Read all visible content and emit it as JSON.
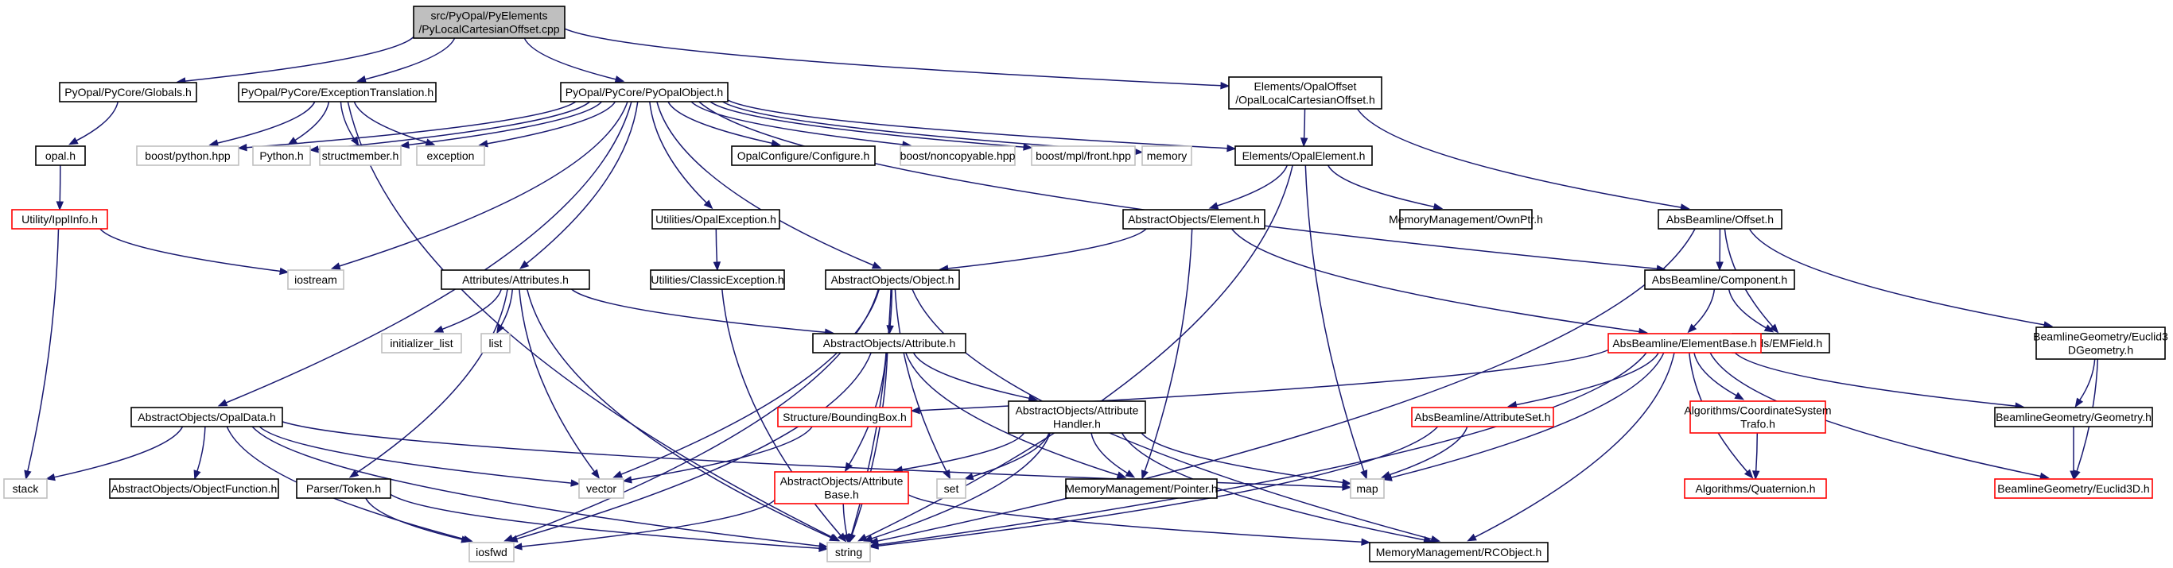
{
  "nodes": [
    {
      "id": "root",
      "kind": "root",
      "lines": [
        "src/PyOpal/PyElements",
        "/PyLocalCartesianOffset.cpp"
      ]
    },
    {
      "id": "globals",
      "kind": "normal",
      "lines": [
        "PyOpal/PyCore/Globals.h"
      ]
    },
    {
      "id": "exctrans",
      "kind": "normal",
      "lines": [
        "PyOpal/PyCore/ExceptionTranslation.h"
      ]
    },
    {
      "id": "pyopalobj",
      "kind": "normal",
      "lines": [
        "PyOpal/PyCore/PyOpalObject.h"
      ]
    },
    {
      "id": "opallocal",
      "kind": "normal",
      "lines": [
        "Elements/OpalOffset",
        "/OpalLocalCartesianOffset.h"
      ]
    },
    {
      "id": "opalh",
      "kind": "normal",
      "lines": [
        "opal.h"
      ]
    },
    {
      "id": "ipplinfo",
      "kind": "trunc",
      "lines": [
        "Utility/IpplInfo.h"
      ]
    },
    {
      "id": "boostpy",
      "kind": "sys",
      "lines": [
        "boost/python.hpp"
      ]
    },
    {
      "id": "pythonh",
      "kind": "sys",
      "lines": [
        "Python.h"
      ]
    },
    {
      "id": "structmember",
      "kind": "sys",
      "lines": [
        "structmember.h"
      ]
    },
    {
      "id": "exception",
      "kind": "sys",
      "lines": [
        "exception"
      ]
    },
    {
      "id": "configure",
      "kind": "normal",
      "lines": [
        "OpalConfigure/Configure.h"
      ]
    },
    {
      "id": "noncopyable",
      "kind": "sys",
      "lines": [
        "boost/noncopyable.hpp"
      ]
    },
    {
      "id": "mplfront",
      "kind": "sys",
      "lines": [
        "boost/mpl/front.hpp"
      ]
    },
    {
      "id": "memory",
      "kind": "sys",
      "lines": [
        "memory"
      ]
    },
    {
      "id": "opalelement",
      "kind": "normal",
      "lines": [
        "Elements/OpalElement.h"
      ]
    },
    {
      "id": "absoffset",
      "kind": "normal",
      "lines": [
        "AbsBeamline/Offset.h"
      ]
    },
    {
      "id": "opalexception",
      "kind": "normal",
      "lines": [
        "Utilities/OpalException.h"
      ]
    },
    {
      "id": "aoelement",
      "kind": "normal",
      "lines": [
        "AbstractObjects/Element.h"
      ]
    },
    {
      "id": "ownptr",
      "kind": "normal",
      "lines": [
        "MemoryManagement/OwnPtr.h"
      ]
    },
    {
      "id": "iostream",
      "kind": "sys",
      "lines": [
        "iostream"
      ]
    },
    {
      "id": "classicexc",
      "kind": "normal",
      "lines": [
        "Utilities/ClassicException.h"
      ]
    },
    {
      "id": "attributesh",
      "kind": "normal",
      "lines": [
        "Attributes/Attributes.h"
      ]
    },
    {
      "id": "aoobject",
      "kind": "normal",
      "lines": [
        "AbstractObjects/Object.h"
      ]
    },
    {
      "id": "component",
      "kind": "normal",
      "lines": [
        "AbsBeamline/Component.h"
      ]
    },
    {
      "id": "initlist",
      "kind": "sys",
      "lines": [
        "initializer_list"
      ]
    },
    {
      "id": "list",
      "kind": "sys",
      "lines": [
        "list"
      ]
    },
    {
      "id": "emfield",
      "kind": "normal",
      "lines": [
        "Fields/EMField.h"
      ]
    },
    {
      "id": "euclid3dgeom",
      "kind": "normal",
      "lines": [
        "BeamlineGeometry/Euclid3",
        "DGeometry.h"
      ]
    },
    {
      "id": "aoattribute",
      "kind": "normal",
      "lines": [
        "AbstractObjects/Attribute.h"
      ]
    },
    {
      "id": "elementbase",
      "kind": "trunc",
      "lines": [
        "AbsBeamline/ElementBase.h"
      ]
    },
    {
      "id": "opaldata",
      "kind": "normal",
      "lines": [
        "AbstractObjects/OpalData.h"
      ]
    },
    {
      "id": "boundingbox",
      "kind": "trunc",
      "lines": [
        "Structure/BoundingBox.h"
      ]
    },
    {
      "id": "attrhandler",
      "kind": "normal",
      "lines": [
        "AbstractObjects/Attribute",
        "Handler.h"
      ]
    },
    {
      "id": "attributeset",
      "kind": "trunc",
      "lines": [
        "AbsBeamline/AttributeSet.h"
      ]
    },
    {
      "id": "coordtrafo",
      "kind": "trunc",
      "lines": [
        "Algorithms/CoordinateSystem",
        "Trafo.h"
      ]
    },
    {
      "id": "geometry",
      "kind": "normal",
      "lines": [
        "BeamlineGeometry/Geometry.h"
      ]
    },
    {
      "id": "stack",
      "kind": "sys",
      "lines": [
        "stack"
      ]
    },
    {
      "id": "objfunction",
      "kind": "normal",
      "lines": [
        "AbstractObjects/ObjectFunction.h"
      ]
    },
    {
      "id": "token",
      "kind": "normal",
      "lines": [
        "Parser/Token.h"
      ]
    },
    {
      "id": "vector",
      "kind": "sys",
      "lines": [
        "vector"
      ]
    },
    {
      "id": "attrbase",
      "kind": "trunc",
      "lines": [
        "AbstractObjects/Attribute",
        "Base.h"
      ]
    },
    {
      "id": "set",
      "kind": "sys",
      "lines": [
        "set"
      ]
    },
    {
      "id": "pointer",
      "kind": "normal",
      "lines": [
        "MemoryManagement/Pointer.h"
      ]
    },
    {
      "id": "map",
      "kind": "sys",
      "lines": [
        "map"
      ]
    },
    {
      "id": "quaternion",
      "kind": "trunc",
      "lines": [
        "Algorithms/Quaternion.h"
      ]
    },
    {
      "id": "euclid3d",
      "kind": "trunc",
      "lines": [
        "BeamlineGeometry/Euclid3D.h"
      ]
    },
    {
      "id": "iosfwd",
      "kind": "sys",
      "lines": [
        "iosfwd"
      ]
    },
    {
      "id": "string",
      "kind": "sys",
      "lines": [
        "string"
      ]
    },
    {
      "id": "rcobject",
      "kind": "normal",
      "lines": [
        "MemoryManagement/RCObject.h"
      ]
    }
  ],
  "edges": [
    [
      "root",
      "globals"
    ],
    [
      "root",
      "exctrans"
    ],
    [
      "root",
      "pyopalobj"
    ],
    [
      "root",
      "opallocal"
    ],
    [
      "globals",
      "opalh"
    ],
    [
      "opalh",
      "ipplinfo"
    ],
    [
      "ipplinfo",
      "iostream"
    ],
    [
      "ipplinfo",
      "stack"
    ],
    [
      "exctrans",
      "boostpy"
    ],
    [
      "exctrans",
      "pythonh"
    ],
    [
      "exctrans",
      "structmember"
    ],
    [
      "exctrans",
      "exception"
    ],
    [
      "exctrans",
      "string"
    ],
    [
      "pyopalobj",
      "boostpy"
    ],
    [
      "pyopalobj",
      "pythonh"
    ],
    [
      "pyopalobj",
      "structmember"
    ],
    [
      "pyopalobj",
      "exception"
    ],
    [
      "pyopalobj",
      "configure"
    ],
    [
      "pyopalobj",
      "noncopyable"
    ],
    [
      "pyopalobj",
      "mplfront"
    ],
    [
      "pyopalobj",
      "memory"
    ],
    [
      "pyopalobj",
      "opalelement"
    ],
    [
      "pyopalobj",
      "component"
    ],
    [
      "pyopalobj",
      "opalexception"
    ],
    [
      "pyopalobj",
      "aoobject"
    ],
    [
      "pyopalobj",
      "attributesh"
    ],
    [
      "pyopalobj",
      "iostream"
    ],
    [
      "pyopalobj",
      "opaldata"
    ],
    [
      "opallocal",
      "opalelement"
    ],
    [
      "opallocal",
      "absoffset"
    ],
    [
      "opalelement",
      "aoelement"
    ],
    [
      "opalelement",
      "ownptr"
    ],
    [
      "opalelement",
      "map"
    ],
    [
      "opalelement",
      "string"
    ],
    [
      "opalexception",
      "classicexc"
    ],
    [
      "classicexc",
      "string"
    ],
    [
      "aoelement",
      "aoobject"
    ],
    [
      "aoelement",
      "elementbase"
    ],
    [
      "aoelement",
      "pointer"
    ],
    [
      "absoffset",
      "component"
    ],
    [
      "absoffset",
      "emfield"
    ],
    [
      "absoffset",
      "euclid3dgeom"
    ],
    [
      "absoffset",
      "string"
    ],
    [
      "component",
      "elementbase"
    ],
    [
      "component",
      "emfield"
    ],
    [
      "euclid3dgeom",
      "geometry"
    ],
    [
      "euclid3dgeom",
      "euclid3d"
    ],
    [
      "attributesh",
      "aoattribute"
    ],
    [
      "attributesh",
      "initlist"
    ],
    [
      "attributesh",
      "list"
    ],
    [
      "attributesh",
      "vector"
    ],
    [
      "attributesh",
      "string"
    ],
    [
      "attributesh",
      "token"
    ],
    [
      "aoobject",
      "aoattribute"
    ],
    [
      "aoobject",
      "vector"
    ],
    [
      "aoobject",
      "set"
    ],
    [
      "aoobject",
      "string"
    ],
    [
      "aoobject",
      "iosfwd"
    ],
    [
      "aoobject",
      "rcobject"
    ],
    [
      "aoattribute",
      "attrhandler"
    ],
    [
      "aoattribute",
      "attrbase"
    ],
    [
      "aoattribute",
      "pointer"
    ],
    [
      "aoattribute",
      "string"
    ],
    [
      "aoattribute",
      "iosfwd"
    ],
    [
      "elementbase",
      "boundingbox"
    ],
    [
      "elementbase",
      "attributeset"
    ],
    [
      "elementbase",
      "coordtrafo"
    ],
    [
      "elementbase",
      "geometry"
    ],
    [
      "elementbase",
      "euclid3d"
    ],
    [
      "elementbase",
      "quaternion"
    ],
    [
      "elementbase",
      "map"
    ],
    [
      "elementbase",
      "string"
    ],
    [
      "elementbase",
      "rcobject"
    ],
    [
      "opaldata",
      "stack"
    ],
    [
      "opaldata",
      "objfunction"
    ],
    [
      "opaldata",
      "vector"
    ],
    [
      "opaldata",
      "map"
    ],
    [
      "opaldata",
      "iosfwd"
    ],
    [
      "opaldata",
      "string"
    ],
    [
      "boundingbox",
      "vector"
    ],
    [
      "attrhandler",
      "attrbase"
    ],
    [
      "attrhandler",
      "set"
    ],
    [
      "attrhandler",
      "pointer"
    ],
    [
      "attrhandler",
      "map"
    ],
    [
      "attrhandler",
      "string"
    ],
    [
      "attrhandler",
      "rcobject"
    ],
    [
      "attributeset",
      "map"
    ],
    [
      "attributeset",
      "string"
    ],
    [
      "coordtrafo",
      "quaternion"
    ],
    [
      "geometry",
      "euclid3d"
    ],
    [
      "token",
      "iosfwd"
    ],
    [
      "token",
      "string"
    ],
    [
      "attrbase",
      "string"
    ],
    [
      "attrbase",
      "iosfwd"
    ],
    [
      "attrbase",
      "rcobject"
    ]
  ]
}
